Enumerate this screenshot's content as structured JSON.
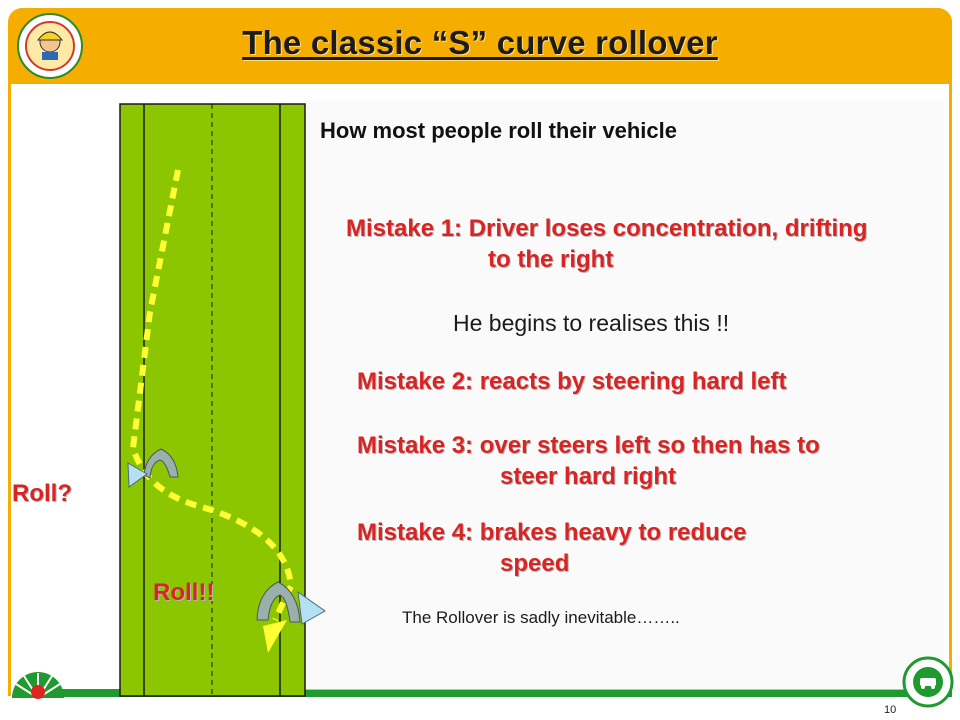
{
  "header": {
    "title": "The classic “S” curve rollover"
  },
  "slide": {
    "subtitle": "How most people roll their vehicle",
    "mistake1_line1": "Mistake 1: Driver loses concentration, drifting",
    "mistake1_line2": "to the right",
    "realise": "He begins to realises this !!",
    "mistake2": "Mistake 2: reacts by steering hard left",
    "mistake3_line1": "Mistake 3: over steers left so then has to",
    "mistake3_line2": "steer hard right",
    "mistake4_line1": "Mistake 4: brakes heavy to reduce",
    "mistake4_line2": "speed",
    "inevitable": "The Rollover is sadly inevitable……..",
    "roll_question": "Roll?",
    "roll_exclaim": "Roll!!"
  },
  "footer": {
    "page_number": "10"
  },
  "icons": {
    "header_logo": "safety-is-teamwork-logo-icon",
    "bottom_left": "company-emblem-icon",
    "bottom_right": "safety-badge-icon",
    "rotate_arrow": "rotate-arrow-icon"
  },
  "colors": {
    "header": "#f5ad00",
    "road": "#8cc600",
    "path": "#ffff33",
    "mistake_text": "#d92424",
    "bottom_band": "#1f9a2f"
  }
}
